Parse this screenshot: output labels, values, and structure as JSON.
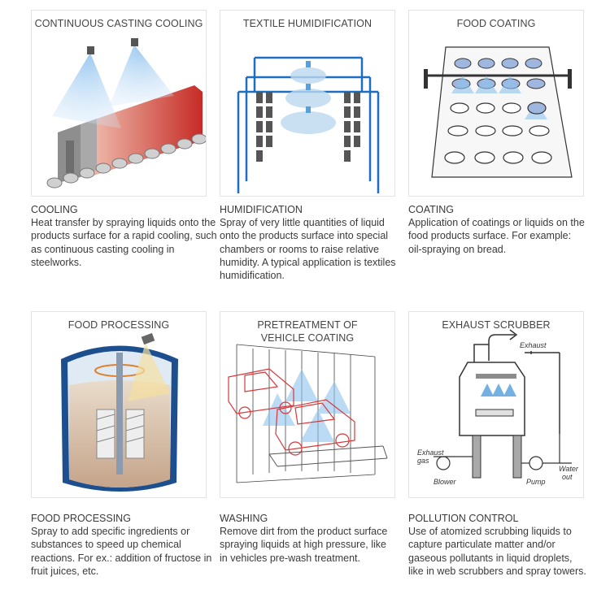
{
  "cards": [
    {
      "panel_title": "CONTINUOUS CASTING COOLING",
      "heading": "COOLING",
      "text": "Heat transfer by spraying liquids onto the products surface for a rapid cooling, such as continuous casting cooling in steelworks."
    },
    {
      "panel_title": "TEXTILE HUMIDIFICATION",
      "heading": "HUMIDIFICATION",
      "text": "Spray of very little quantities of liquid onto the products surface into special chambers or rooms to raise relative humidity. A typical application is textiles humidification."
    },
    {
      "panel_title": "FOOD COATING",
      "heading": "COATING",
      "text": "Application of coatings or liquids on the food products surface. For example: oil-spraying  on bread."
    },
    {
      "panel_title": "FOOD PROCESSING",
      "heading": "FOOD PROCESSING",
      "text": "Spray to add specific ingredients or substances to speed up chemical reactions. For ex.: addition of fructose in fruit juices, etc."
    },
    {
      "panel_title": "PRETREATMENT OF VEHICLE COATING",
      "heading": "WASHING",
      "text": "Remove dirt from the product surface spraying liquids at high pressure, like in vehicles pre-wash treatment."
    },
    {
      "panel_title": "EXHAUST SCRUBBER",
      "heading": "POLLUTION CONTROL",
      "text": "Use of atomized scrubbing liquids to capture particulate matter and/or gaseous pollutants in liquid droplets, like in web scrubbers and spray towers."
    }
  ],
  "scrubber_labels": {
    "exhaust": "Exhaust",
    "exhaust_gas_1": "Exhaust",
    "exhaust_gas_2": "gas",
    "blower": "Blower",
    "pump": "Pump",
    "water_1": "Water",
    "water_2": "out"
  },
  "colors": {
    "border": "#e3e3e3",
    "spray": "#3b8fd6",
    "steel_red": "#c9302c",
    "frame_blue": "#1f6fc0",
    "tank_blue": "#1d4f8f",
    "car_red": "#d8373a"
  }
}
